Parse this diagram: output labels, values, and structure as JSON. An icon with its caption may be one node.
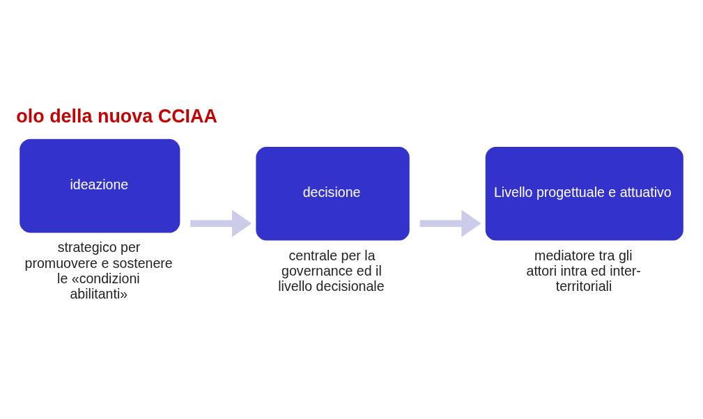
{
  "diagram": {
    "title": "olo della nuova CCIAA",
    "nodes": [
      {
        "text": [
          "ideazione"
        ],
        "beside": [
          "strategico per promuovere e sostenere le «condizioni abilitanti»"
        ]
      },
      {
        "text": [
          "decisione"
        ],
        "beside": [
          "centrale per la governance ed il livello decisionale"
        ]
      },
      {
        "text": [
          "Livello progettuale e attuativo"
        ],
        "beside": [
          "mediatore tra gli attori intra ed inter- territoriali"
        ]
      }
    ],
    "edges": [
      {
        "from": 0,
        "to": 1,
        "arrow": "to"
      },
      {
        "from": 1,
        "to": 2,
        "arrow": "to"
      }
    ]
  }
}
